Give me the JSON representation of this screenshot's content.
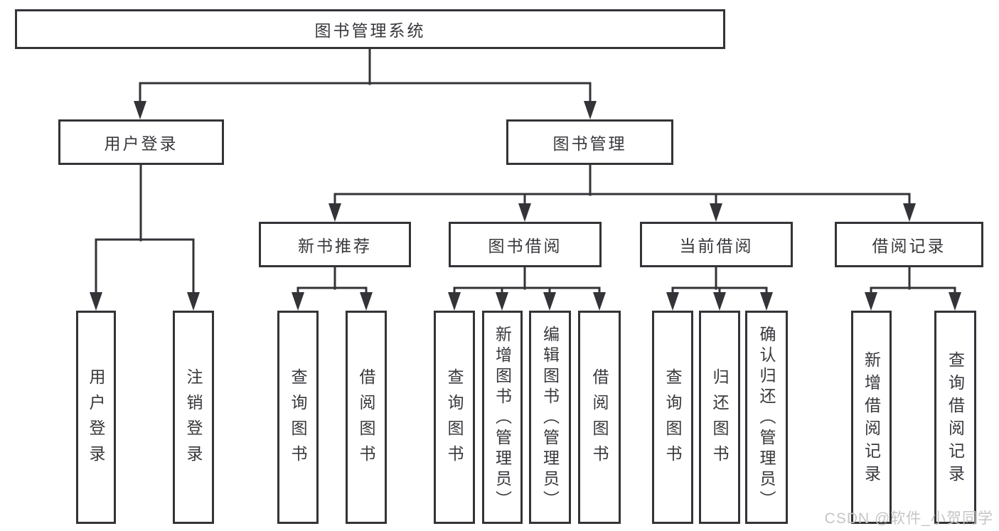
{
  "tree": {
    "label": "图书管理系统",
    "children": [
      {
        "label": "用户登录",
        "children": [
          {
            "label": "用户登录"
          },
          {
            "label": "注销登录"
          }
        ]
      },
      {
        "label": "图书管理",
        "children": [
          {
            "label": "新书推荐",
            "children": [
              {
                "label": "查询图书"
              },
              {
                "label": "借阅图书"
              }
            ]
          },
          {
            "label": "图书借阅",
            "children": [
              {
                "label": "查询图书"
              },
              {
                "label": "新增图书（管理员）"
              },
              {
                "label": "编辑图书（管理员）"
              },
              {
                "label": "借阅图书"
              }
            ]
          },
          {
            "label": "当前借阅",
            "children": [
              {
                "label": "查询图书"
              },
              {
                "label": "归还图书"
              },
              {
                "label": "确认归还（管理员）"
              }
            ]
          },
          {
            "label": "借阅记录",
            "children": [
              {
                "label": "新增借阅记录"
              },
              {
                "label": "查询借阅记录"
              }
            ]
          }
        ]
      }
    ]
  },
  "watermark": {
    "text": "CSDN @软件_小贺同学"
  },
  "colors": {
    "line": "#333338",
    "box_border": "#333338",
    "text": "#38383d",
    "background": "#ffffff",
    "watermark": "#c5c5c5"
  }
}
